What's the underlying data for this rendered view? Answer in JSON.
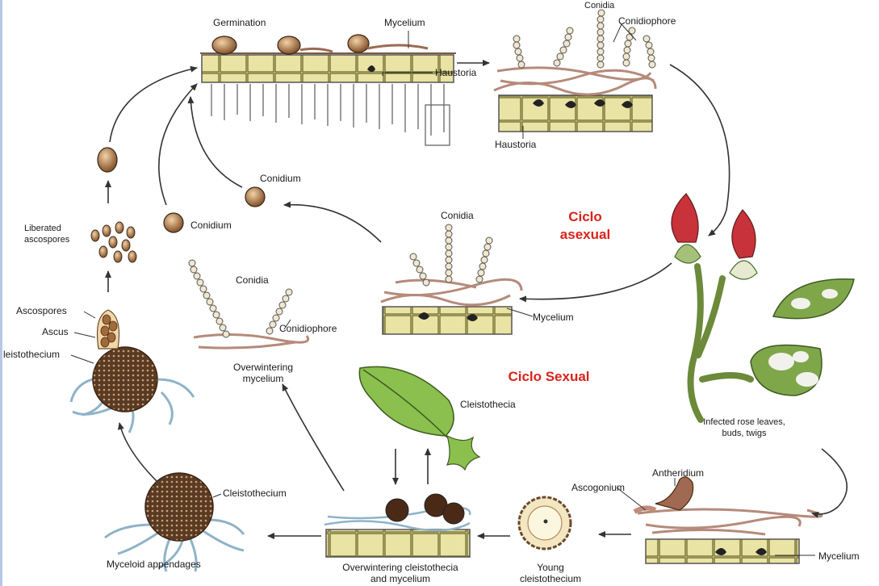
{
  "cycles": {
    "asexual": {
      "line1": "Ciclo",
      "line2": "asexual"
    },
    "sexual": "Ciclo Sexual"
  },
  "labels": {
    "germination": "Germination",
    "mycelium_top": "Mycelium",
    "haustoria_top": "Haustoria",
    "conidia_top": "Conidia",
    "conidiophore_top": "Conidiophore",
    "haustoria_right": "Haustoria",
    "conidium_center": "Conidium",
    "conidium_left": "Conidium",
    "liberated_ascospores_1": "Liberated",
    "liberated_ascospores_2": "ascospores",
    "conidia_center": "Conidia",
    "mycelium_center": "Mycelium",
    "conidia_left": "Conidia",
    "conidiophore_left": "Conidiophore",
    "overwintering_mycelium_1": "Overwintering",
    "overwintering_mycelium_2": "mycelium",
    "ascospores": "Ascospores",
    "ascus": "Ascus",
    "cleistothecium_left": "leistothecium",
    "cleistothecia_leaf": "Cleistothecia",
    "infected_1": "Infected rose leaves,",
    "infected_2": "buds, twigs",
    "antheridium": "Antheridium",
    "ascogonium": "Ascogonium",
    "mycelium_right": "Mycelium",
    "cleistothecium_bottom": "Cleistothecium",
    "myceloid_appendages": "Myceloid appendages",
    "overwintering_cleistothecia_1": "Overwintering cleistothecia",
    "overwintering_cleistothecia_2": "and mycelium",
    "young_cleistothecium_1": "Young",
    "young_cleistothecium_2": "cleistothecium"
  }
}
